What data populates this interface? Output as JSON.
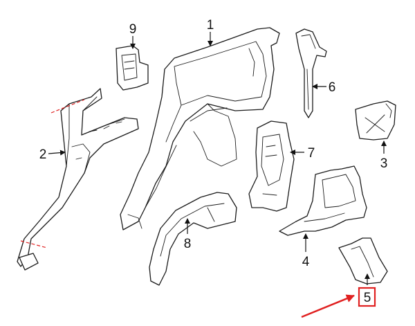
{
  "diagram": {
    "callouts": [
      {
        "id": "1",
        "label": "1"
      },
      {
        "id": "2",
        "label": "2"
      },
      {
        "id": "3",
        "label": "3"
      },
      {
        "id": "4",
        "label": "4"
      },
      {
        "id": "5",
        "label": "5"
      },
      {
        "id": "6",
        "label": "6"
      },
      {
        "id": "7",
        "label": "7"
      },
      {
        "id": "8",
        "label": "8"
      },
      {
        "id": "9",
        "label": "9"
      }
    ],
    "highlighted_callout": "5",
    "colors": {
      "line": "#1a1a1a",
      "highlight": "#e02020",
      "cut_line": "#e02020",
      "background": "#ffffff"
    },
    "icons": [
      "red-arrow-icon",
      "arrowhead-icon"
    ]
  }
}
